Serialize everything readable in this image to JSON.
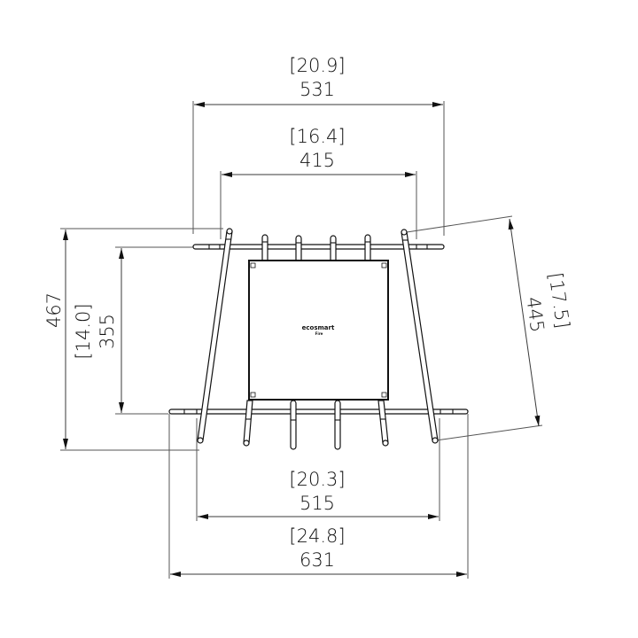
{
  "drawing": {
    "type": "technical dimension drawing",
    "view": "top view",
    "units_primary": "mm",
    "units_secondary": "in"
  },
  "dimensions": {
    "top_outer": {
      "inches": "20.9",
      "mm": "531",
      "bracket_label": "[20.9]"
    },
    "top_inner": {
      "inches": "16.4",
      "mm": "415",
      "bracket_label": "[16.4]"
    },
    "left_outer": {
      "mm": "467"
    },
    "left_inner": {
      "inches": "14.0",
      "mm": "355",
      "bracket_label": "[14.0]"
    },
    "right_diagonal": {
      "inches": "17.5",
      "mm": "445",
      "bracket_label": "[17.5]"
    },
    "bottom_inner": {
      "inches": "20.3",
      "mm": "515",
      "bracket_label": "[20.3]"
    },
    "bottom_outer": {
      "inches": "24.8",
      "mm": "631",
      "bracket_label": "[24.8]"
    }
  },
  "logo": {
    "brand": "ecosmart",
    "sub": "Fire"
  },
  "colors": {
    "line": "#111111",
    "dimension": "#3a3a3a",
    "background": "#ffffff"
  }
}
